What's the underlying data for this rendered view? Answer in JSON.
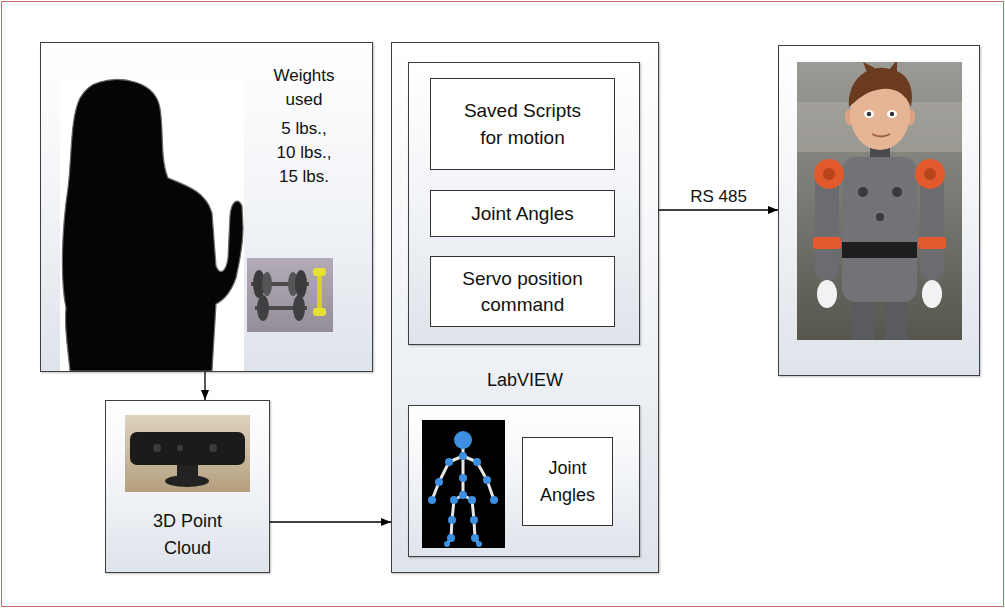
{
  "diagram": {
    "nodes": [
      {
        "text": [
          "Weights used",
          "5 lbs., 10 lbs., 15 lbs."
        ]
      },
      {
        "text": [
          "3D Point Cloud"
        ]
      },
      {
        "text": [
          "LabVIEW"
        ]
      },
      {
        "text": [],
        "in": 2
      },
      {
        "text": [
          "Saved Scripts for motion"
        ],
        "in": 3
      },
      {
        "text": [
          "Joint Angles"
        ],
        "in": 3
      },
      {
        "text": [
          "Servo position command"
        ],
        "in": 3
      },
      {
        "text": [],
        "in": 2
      },
      {
        "text": [
          "Joint Angles"
        ],
        "in": 7
      },
      {
        "text": []
      }
    ],
    "edges": [
      {
        "from": 0,
        "to": 1,
        "arrow": "to"
      },
      {
        "from": 1,
        "to": 2,
        "arrow": "to"
      },
      {
        "from": 2,
        "to": 9,
        "label": "RS 485",
        "arrow": "to"
      }
    ]
  }
}
